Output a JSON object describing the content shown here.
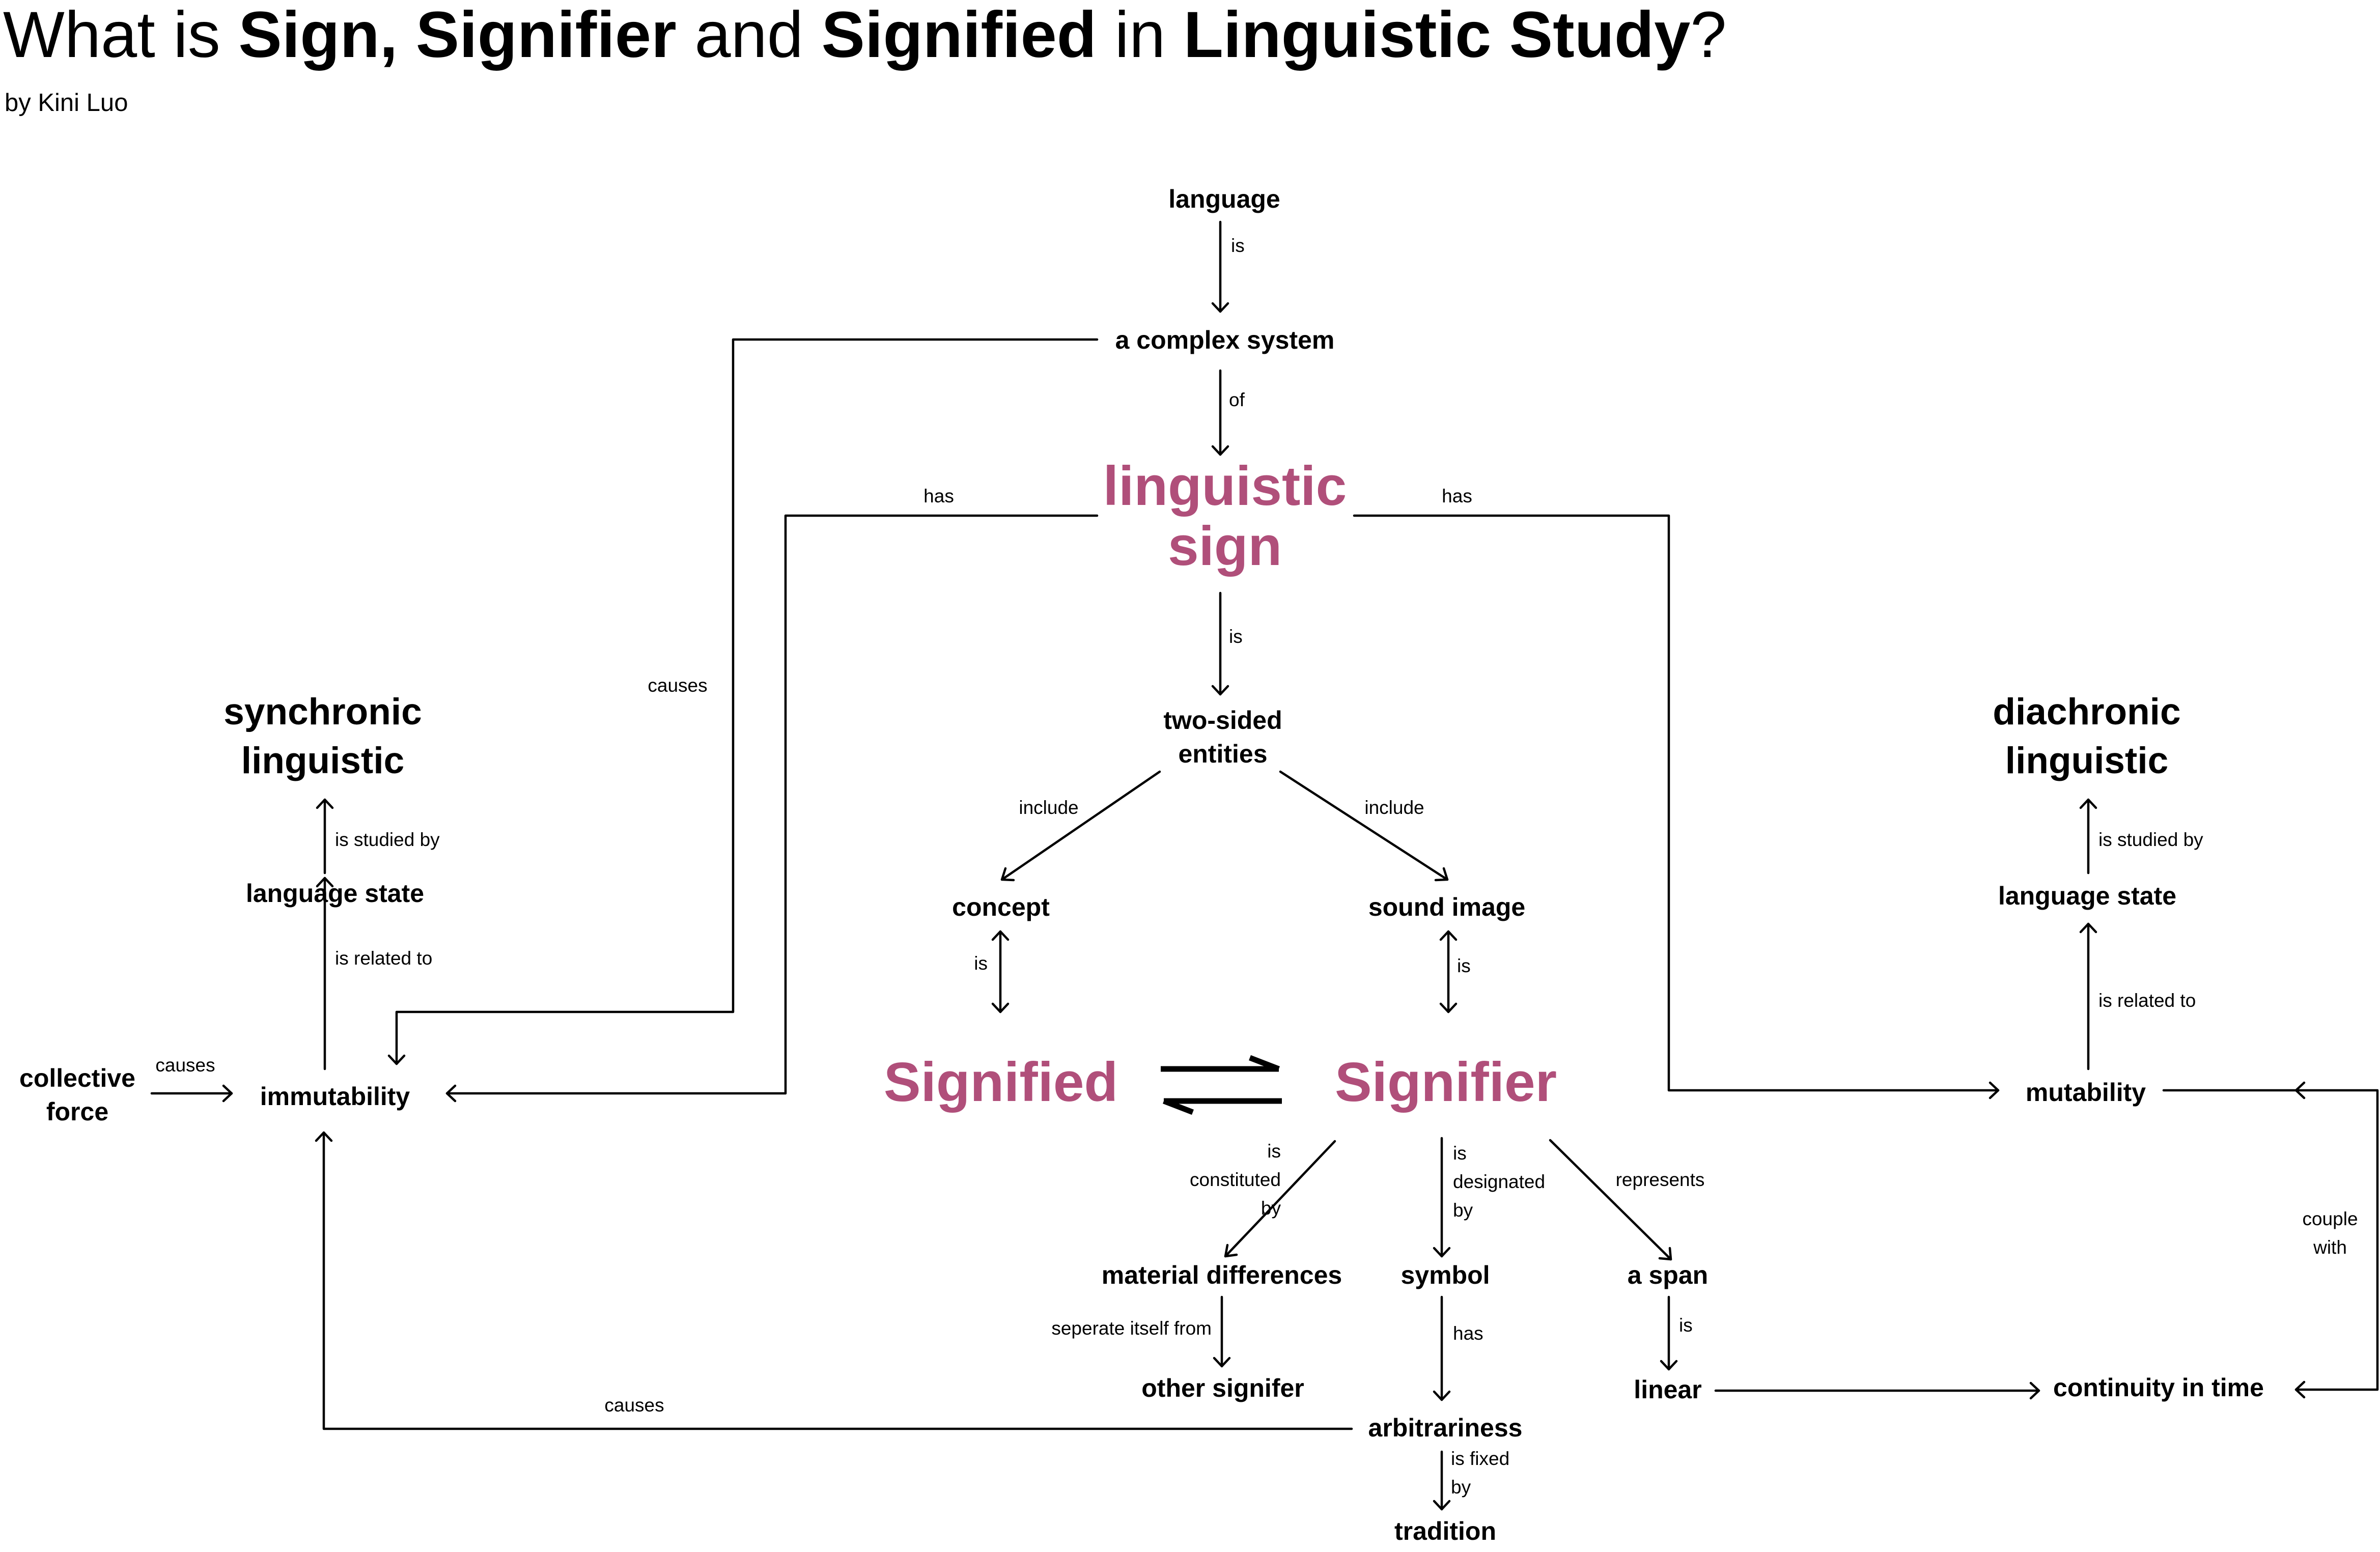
{
  "title": {
    "p1": "What is ",
    "b1": "Sign, Signifier",
    "p2": " and ",
    "b2": "Signified",
    "p3": " in ",
    "b3": "Linguistic Study",
    "p4": "?"
  },
  "byline": "by Kini Luo",
  "colors": {
    "key_term": "#b04f7a",
    "line": "#000000"
  },
  "nodes": {
    "language": "language",
    "complex_system": "a complex system",
    "linguistic_sign": "linguistic\nsign",
    "two_sided": "two-sided\nentities",
    "concept": "concept",
    "sound_image": "sound image",
    "signified": "Signified",
    "signifier": "Signifier",
    "material_differences": "material differences",
    "other_signifer": "other signifer",
    "symbol": "symbol",
    "arbitrariness": "arbitrariness",
    "tradition": "tradition",
    "a_span": "a span",
    "linear": "linear",
    "continuity_in_time": "continuity in time",
    "synchronic_linguistic": "synchronic\nlinguistic",
    "language_state_left": "language state",
    "immutability": "immutability",
    "collective_force": "collective\nforce",
    "diachronic_linguistic": "diachronic\nlinguistic",
    "language_state_right": "language state",
    "mutability": "mutability"
  },
  "edges": {
    "language_is": "is",
    "system_of": "of",
    "sign_has_left": "has",
    "sign_has_right": "has",
    "system_causes": "causes",
    "sign_is": "is",
    "include_left": "include",
    "include_right": "include",
    "concept_is": "is",
    "sound_image_is": "is",
    "constituted_by": "is\nconstituted\nby",
    "designated_by": "is\ndesignated\nby",
    "represents": "represents",
    "seperate": "seperate itself from",
    "symbol_has": "has",
    "fixed_by": "is fixed\nby",
    "span_is": "is",
    "arbitrariness_causes": "causes",
    "collective_causes": "causes",
    "left_related": "is related to",
    "left_studied": "is studied by",
    "right_related": "is related to",
    "right_studied": "is studied by",
    "couple_with": "couple\nwith"
  }
}
